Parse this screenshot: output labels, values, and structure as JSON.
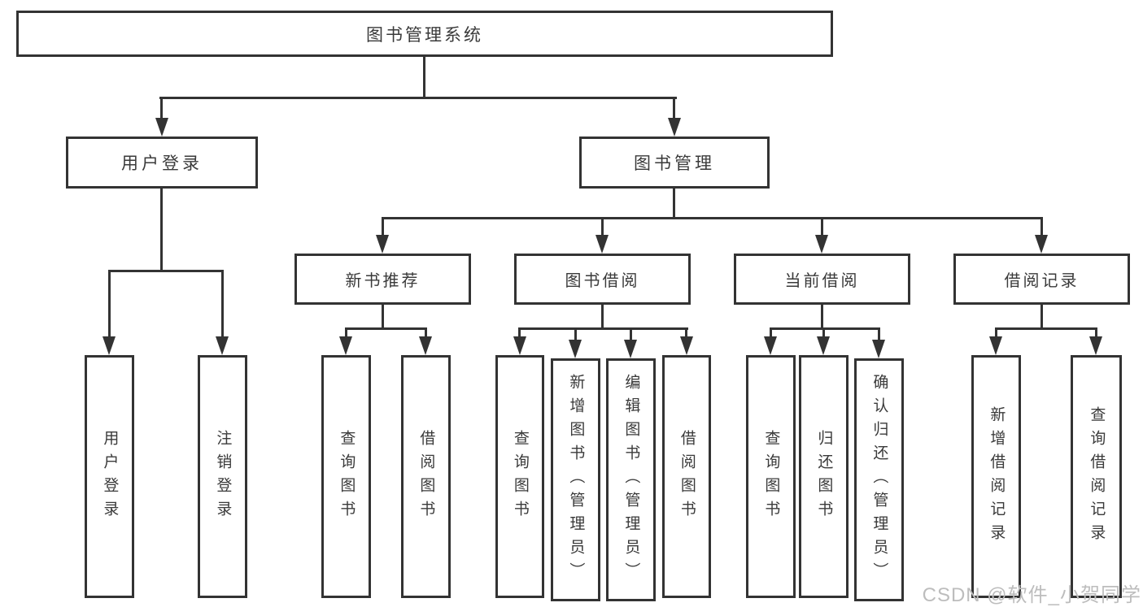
{
  "colors": {
    "line": "#333333",
    "box_background": "#ffffff",
    "text": "#3a3a3a",
    "watermark": "#bdbdbd",
    "page_background": "#ffffff"
  },
  "watermark": {
    "text": "CSDN @软件_小贺同学"
  },
  "tree": {
    "root": "图书管理系统",
    "branches": [
      {
        "label": "用户登录",
        "children": [
          {
            "label": "用户登录"
          },
          {
            "label": "注销登录"
          }
        ]
      },
      {
        "label": "图书管理",
        "children": [
          {
            "label": "新书推荐",
            "children": [
              {
                "label": "查询图书"
              },
              {
                "label": "借阅图书"
              }
            ]
          },
          {
            "label": "图书借阅",
            "children": [
              {
                "label": "查询图书"
              },
              {
                "label": "新增图书（管理员）"
              },
              {
                "label": "编辑图书（管理员）"
              },
              {
                "label": "借阅图书"
              }
            ]
          },
          {
            "label": "当前借阅",
            "children": [
              {
                "label": "查询图书"
              },
              {
                "label": "归还图书"
              },
              {
                "label": "确认归还（管理员）"
              }
            ]
          },
          {
            "label": "借阅记录",
            "children": [
              {
                "label": "新增借阅记录"
              },
              {
                "label": "查询借阅记录"
              }
            ]
          }
        ]
      }
    ]
  }
}
